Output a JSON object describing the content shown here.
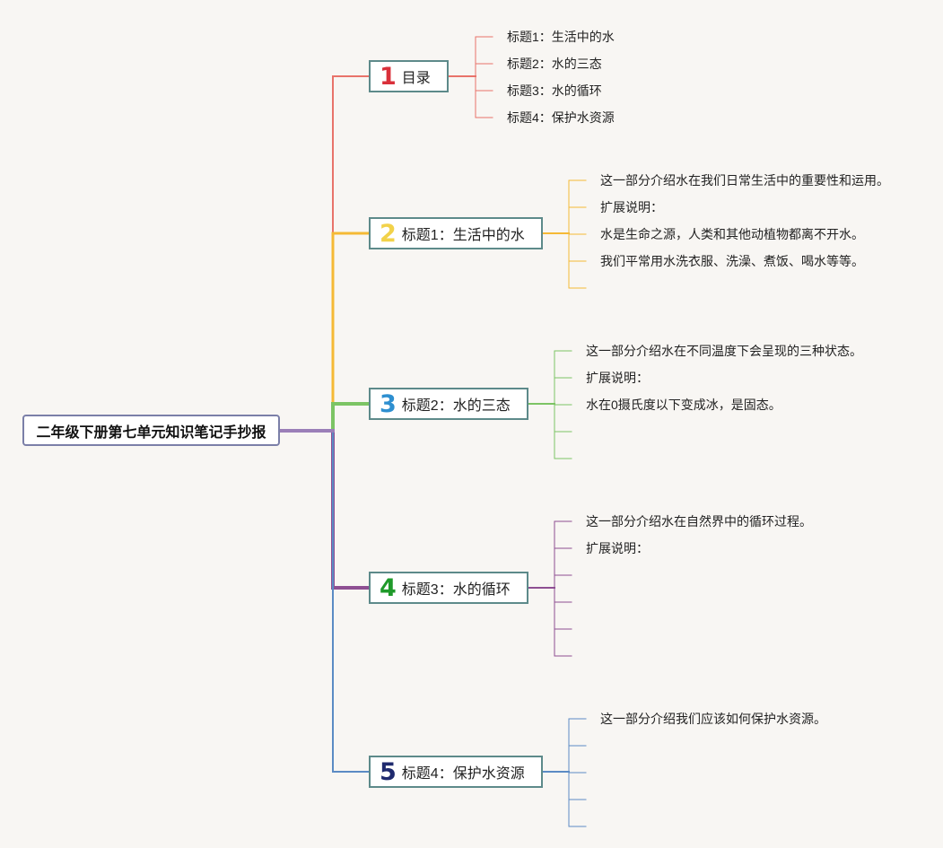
{
  "root": {
    "label": "二年级下册第七单元知识笔记手抄报"
  },
  "branches": [
    {
      "num": "1",
      "label": "目录",
      "color": "#e8736a",
      "num_color": "#d9303a",
      "leaves": [
        "标题1：生活中的水",
        "标题2：水的三态",
        "标题3：水的循环",
        "标题4：保护水资源"
      ]
    },
    {
      "num": "2",
      "label": "标题1：生活中的水",
      "color": "#f5b935",
      "num_color": "#f2d24a",
      "leaves": [
        "这一部分介绍水在我们日常生活中的重要性和运用。",
        "扩展说明：",
        "水是生命之源，人类和其他动植物都离不开水。",
        "我们平常用水洗衣服、洗澡、煮饭、喝水等等。",
        ""
      ]
    },
    {
      "num": "3",
      "label": "标题2：水的三态",
      "color": "#7cc464",
      "num_color": "#2e8fd0",
      "leaves": [
        "这一部分介绍水在不同温度下会呈现的三种状态。",
        "扩展说明：",
        "水在0摄氏度以下变成冰，是固态。",
        "",
        ""
      ]
    },
    {
      "num": "4",
      "label": "标题3：水的循环",
      "color": "#8e4f92",
      "num_color": "#1f9a2a",
      "leaves": [
        "这一部分介绍水在自然界中的循环过程。",
        "扩展说明：",
        "",
        "",
        "",
        ""
      ]
    },
    {
      "num": "5",
      "label": "标题4：保护水资源",
      "color": "#5b8bc4",
      "num_color": "#1f2a6e",
      "leaves": [
        "这一部分介绍我们应该如何保护水资源。",
        "",
        "",
        "",
        ""
      ]
    }
  ]
}
